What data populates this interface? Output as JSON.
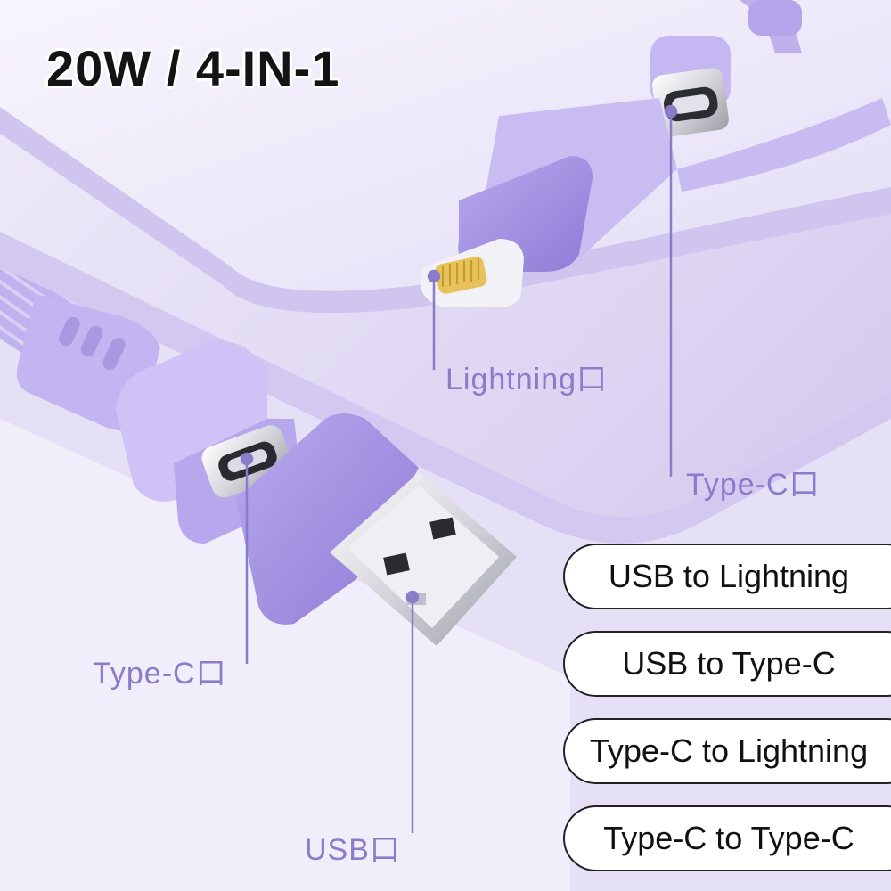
{
  "headline": "20W / 4-IN-1",
  "labels": {
    "lightning": "Lightning口",
    "typec_right": "Type-C口",
    "typec_left": "Type-C口",
    "usb": "USB口"
  },
  "modes": [
    "USB to Lightning",
    "USB to Type-C",
    "Type-C to Lightning",
    "Type-C to Type-C"
  ],
  "colors": {
    "background": "#d9d0ef",
    "cable": "#bfb0ec",
    "connector_shell": "#a895e3",
    "callout_line": "#8b7cc9",
    "pill_border": "#222222"
  }
}
